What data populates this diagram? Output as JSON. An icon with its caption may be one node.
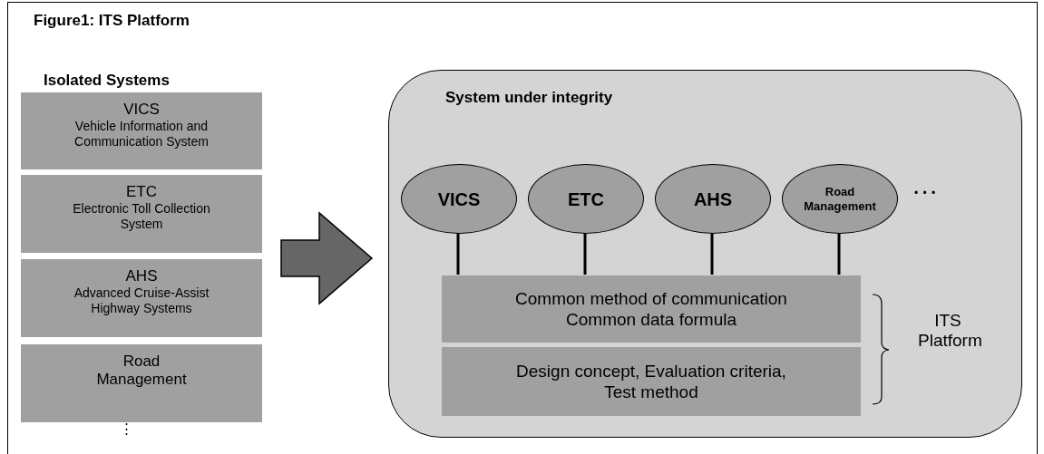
{
  "diagram": {
    "title": "Figure1: ITS Platform",
    "nodes": [
      {
        "text": [
          "VICS",
          "Vehicle Information and Communication System"
        ]
      },
      {
        "text": [
          "ETC",
          "Electronic Toll Collection System"
        ]
      },
      {
        "text": [
          "AHS",
          "Advanced Cruise-Assist Highway Systems"
        ]
      },
      {
        "text": [
          "Road Management"
        ]
      },
      {
        "text": [
          "System under integrity"
        ]
      },
      {
        "text": [
          "VICS"
        ],
        "in": 4
      },
      {
        "text": [
          "ETC"
        ],
        "in": 4
      },
      {
        "text": [
          "AHS"
        ],
        "in": 4
      },
      {
        "text": [
          "Road Management"
        ],
        "in": 4
      },
      {
        "text": [
          "Common method of communication Common data formula"
        ],
        "in": 4
      },
      {
        "text": [
          "Design concept, Evaluation criteria, Test method"
        ],
        "in": 4
      }
    ],
    "edges": [
      {
        "from": null,
        "to": 4,
        "arrow": "to",
        "style": "thick",
        "color": "#666666"
      },
      {
        "from": 5,
        "to": 9,
        "arrow": "none"
      },
      {
        "from": 6,
        "to": 9,
        "arrow": "none"
      },
      {
        "from": 7,
        "to": 9,
        "arrow": "none"
      },
      {
        "from": 8,
        "to": 9,
        "arrow": "none"
      }
    ],
    "labels": [
      "Isolated Systems",
      "⋮",
      "• • •",
      "ITS Platform"
    ]
  }
}
